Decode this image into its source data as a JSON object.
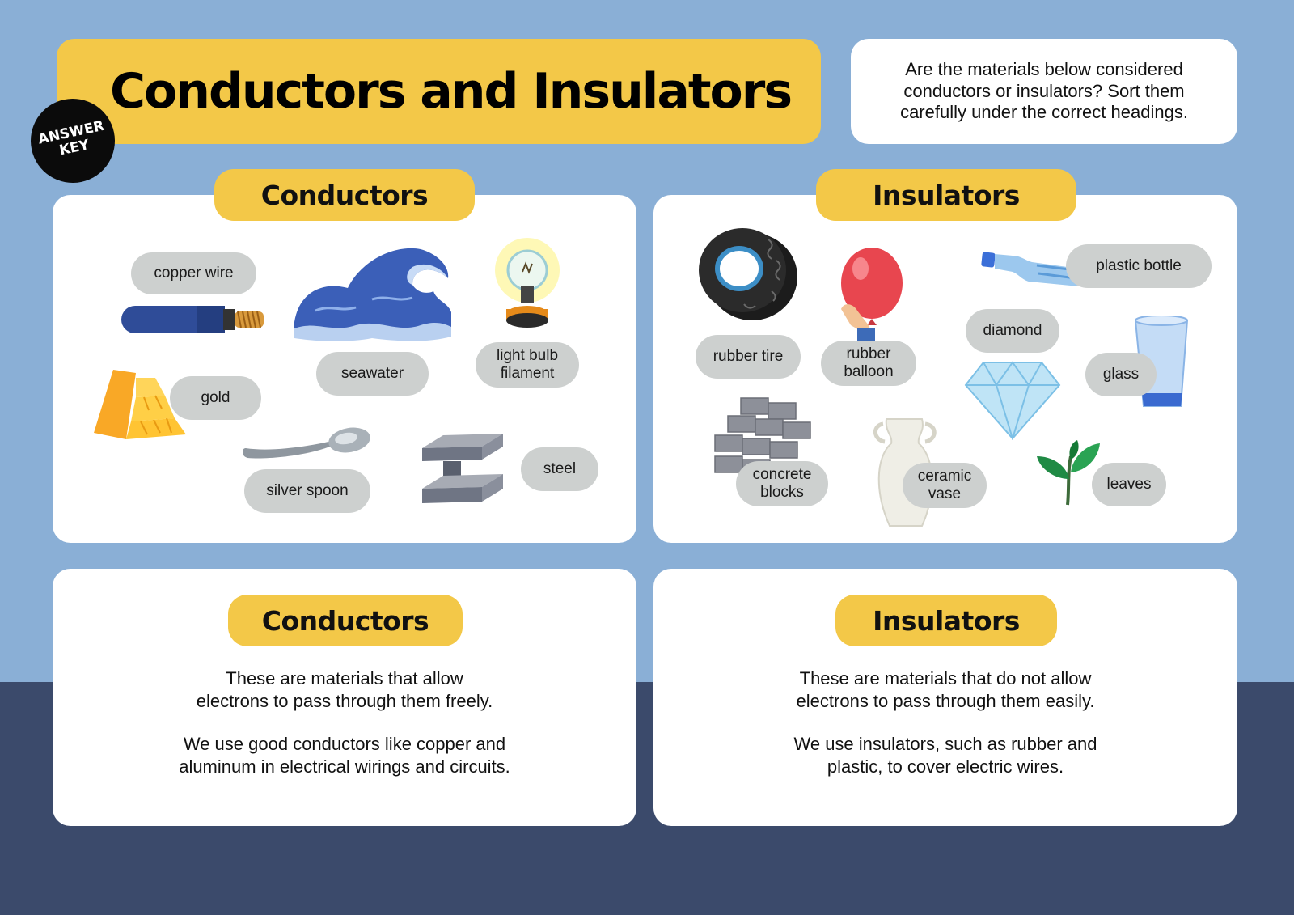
{
  "title": "Conductors and Insulators",
  "answer_key": "ANSWER KEY",
  "instructions": "Are the materials below considered conductors or insulators? Sort them carefully under the correct headings.",
  "sort_panels": {
    "conductors": {
      "heading": "Conductors",
      "items": {
        "copper_wire": "copper wire",
        "seawater": "seawater",
        "light_bulb_filament": "light bulb\nfilament",
        "gold": "gold",
        "silver_spoon": "silver spoon",
        "steel": "steel"
      }
    },
    "insulators": {
      "heading": "Insulators",
      "items": {
        "rubber_tire": "rubber tire",
        "rubber_balloon": "rubber\nballoon",
        "plastic_bottle": "plastic bottle",
        "diamond": "diamond",
        "glass": "glass",
        "concrete_blocks": "concrete\nblocks",
        "ceramic_vase": "ceramic\nvase",
        "leaves": "leaves"
      }
    }
  },
  "definitions": {
    "conductors": {
      "heading": "Conductors",
      "line1": "These are materials that allow\nelectrons to pass through them freely.",
      "line2": "We use good conductors like copper and\naluminum in electrical wirings and circuits."
    },
    "insulators": {
      "heading": "Insulators",
      "line1": "These are materials that do not allow\nelectrons to pass through them easily.",
      "line2": "We use insulators, such as rubber and\nplastic, to cover electric wires."
    }
  },
  "colors": {
    "background_top": "#8aafd6",
    "background_bottom": "#3b4a6b",
    "accent_yellow": "#f3c848",
    "label_gray": "#cdd0cf"
  }
}
